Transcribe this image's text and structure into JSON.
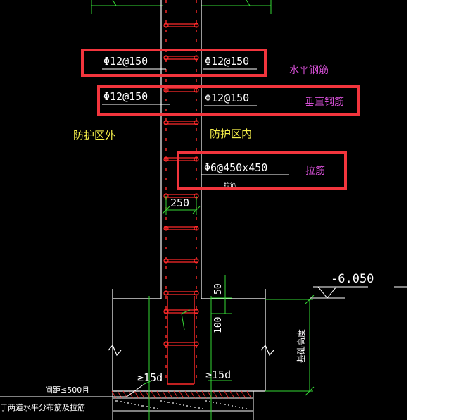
{
  "colors": {
    "background": "#000000",
    "page_background": "#ffffff",
    "wall_outline": "#ffffff",
    "rebar": "#ff2a2a",
    "dimension_green": "#35d835",
    "label_yellow": "#f6f04a",
    "callout_box": "#f2353d",
    "callout_text": "#d64fd6",
    "text_white": "#ffffff"
  },
  "callouts": {
    "horizontal_rebar": {
      "left_spec": "Φ12@150",
      "right_spec": "Φ12@150",
      "label": "水平钢筋"
    },
    "vertical_rebar": {
      "left_spec": "Φ12@150",
      "right_spec": "Φ12@150",
      "label": "垂直钢筋"
    },
    "tie_bar": {
      "spec": "Φ6@450x450",
      "sublabel": "拉筋",
      "label": "拉筋"
    }
  },
  "zones": {
    "outside": "防护区外",
    "inside": "防护区内"
  },
  "dimensions": {
    "wall_thickness": "250",
    "dim_50": "50",
    "dim_100": "100",
    "anchorage_left": "≥15d",
    "anchorage_right": "≥15d",
    "foundation_depth_label": "基础高度"
  },
  "elevation": {
    "value": "-6.050"
  },
  "notes": {
    "spacing_note": "间距≤500且",
    "bottom_note": "于两道水平分布筋及拉筋"
  }
}
